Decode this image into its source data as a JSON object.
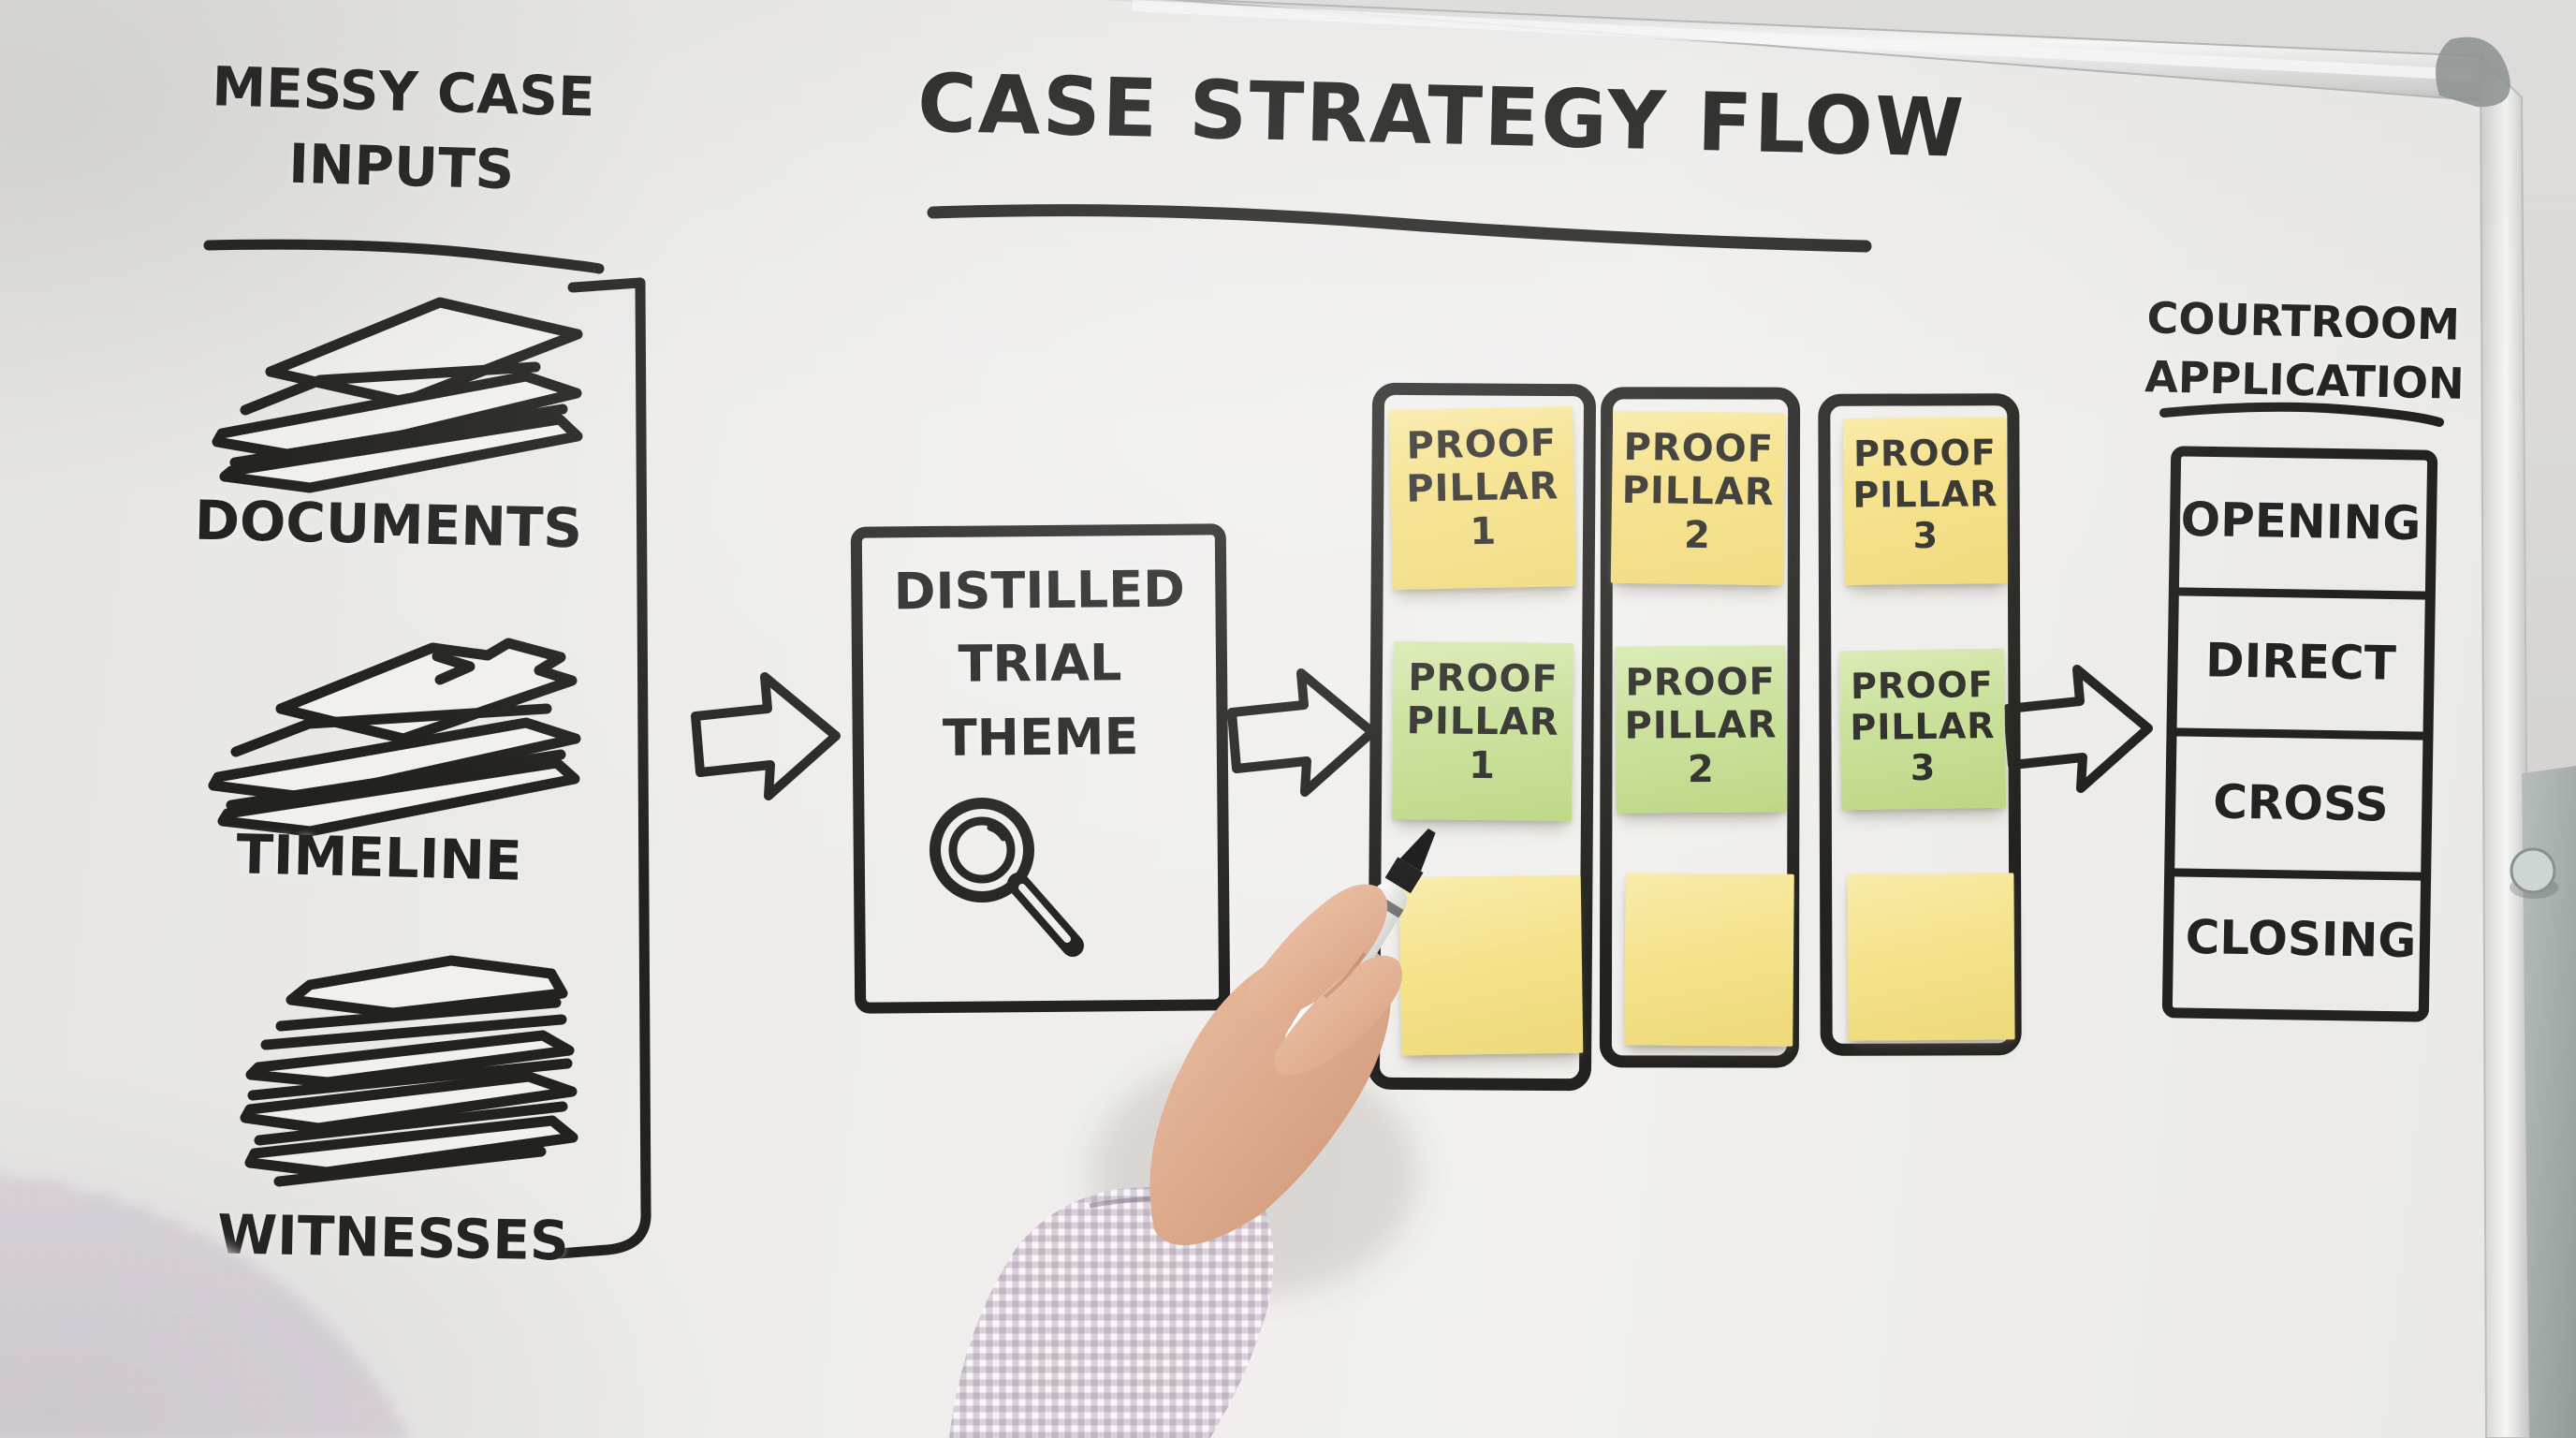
{
  "board": {
    "title": "CASE STRATEGY FLOW"
  },
  "inputs": {
    "heading": {
      "line1": "MESSY CASE",
      "line2": "INPUTS"
    },
    "items": [
      {
        "label": "DOCUMENTS",
        "icon": "paper-stack-icon"
      },
      {
        "label": "TIMELINE",
        "icon": "paper-stack-icon"
      },
      {
        "label": "WITNESSES",
        "icon": "paper-stack-icon"
      }
    ]
  },
  "theme": {
    "line1": "DISTILLED",
    "line2": "TRIAL",
    "line3": "THEME",
    "icon": "magnifier-icon"
  },
  "pillars": {
    "columns": [
      {
        "top": {
          "line1": "PROOF",
          "line2": "PILLAR",
          "num": "1"
        },
        "mid": {
          "line1": "PROOF",
          "line2": "PILLAR",
          "num": "1"
        },
        "bottom": {
          "text": ""
        }
      },
      {
        "top": {
          "line1": "PROOF",
          "line2": "PILLAR",
          "num": "2"
        },
        "mid": {
          "line1": "PROOF",
          "line2": "PILLAR",
          "num": "2"
        },
        "bottom": {
          "text": ""
        }
      },
      {
        "top": {
          "line1": "PROOF",
          "line2": "PILLAR",
          "num": "3"
        },
        "mid": {
          "line1": "PROOF",
          "line2": "PILLAR",
          "num": "3"
        },
        "bottom": {
          "text": ""
        }
      }
    ],
    "colors": {
      "sticky_yellow": "#f2df84",
      "sticky_green": "#c4dd92",
      "ink": "#232220"
    }
  },
  "application": {
    "heading": {
      "line1": "COURTROOM",
      "line2": "APPLICATION"
    },
    "rows": [
      {
        "label": "OPENING"
      },
      {
        "label": "DIRECT"
      },
      {
        "label": "CROSS"
      },
      {
        "label": "CLOSING"
      }
    ]
  }
}
